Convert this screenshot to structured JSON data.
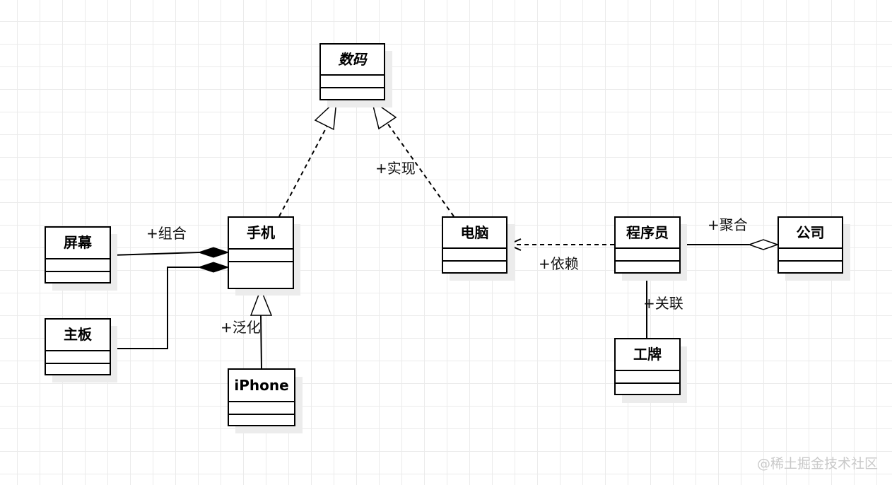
{
  "diagram": {
    "type": "UML class diagram",
    "classes": [
      {
        "id": "digital",
        "name": "数码",
        "abstract": true
      },
      {
        "id": "phone",
        "name": "手机",
        "abstract": false
      },
      {
        "id": "computer",
        "name": "电脑",
        "abstract": false
      },
      {
        "id": "screen",
        "name": "屏幕",
        "abstract": false
      },
      {
        "id": "mainboard",
        "name": "主板",
        "abstract": false
      },
      {
        "id": "iphone",
        "name": "iPhone",
        "abstract": false
      },
      {
        "id": "programmer",
        "name": "程序员",
        "abstract": false
      },
      {
        "id": "company",
        "name": "公司",
        "abstract": false
      },
      {
        "id": "badge",
        "name": "工牌",
        "abstract": false
      }
    ],
    "relations": [
      {
        "id": "realize-phone",
        "from": "手机",
        "to": "数码",
        "kind": "realization",
        "label": ""
      },
      {
        "id": "realize-computer",
        "from": "电脑",
        "to": "数码",
        "kind": "realization",
        "label": "+实现"
      },
      {
        "id": "compose-screen",
        "from": "屏幕",
        "to": "手机",
        "kind": "composition",
        "label": "+组合"
      },
      {
        "id": "compose-mainboard",
        "from": "主板",
        "to": "手机",
        "kind": "composition",
        "label": ""
      },
      {
        "id": "generalize",
        "from": "iPhone",
        "to": "手机",
        "kind": "generalization",
        "label": "+泛化"
      },
      {
        "id": "depend",
        "from": "程序员",
        "to": "电脑",
        "kind": "dependency",
        "label": "+依赖"
      },
      {
        "id": "aggregate",
        "from": "程序员",
        "to": "公司",
        "kind": "aggregation",
        "label": "+聚合"
      },
      {
        "id": "associate",
        "from": "程序员",
        "to": "工牌",
        "kind": "association",
        "label": "+关联"
      }
    ]
  },
  "watermark": "@稀土掘金技术社区"
}
